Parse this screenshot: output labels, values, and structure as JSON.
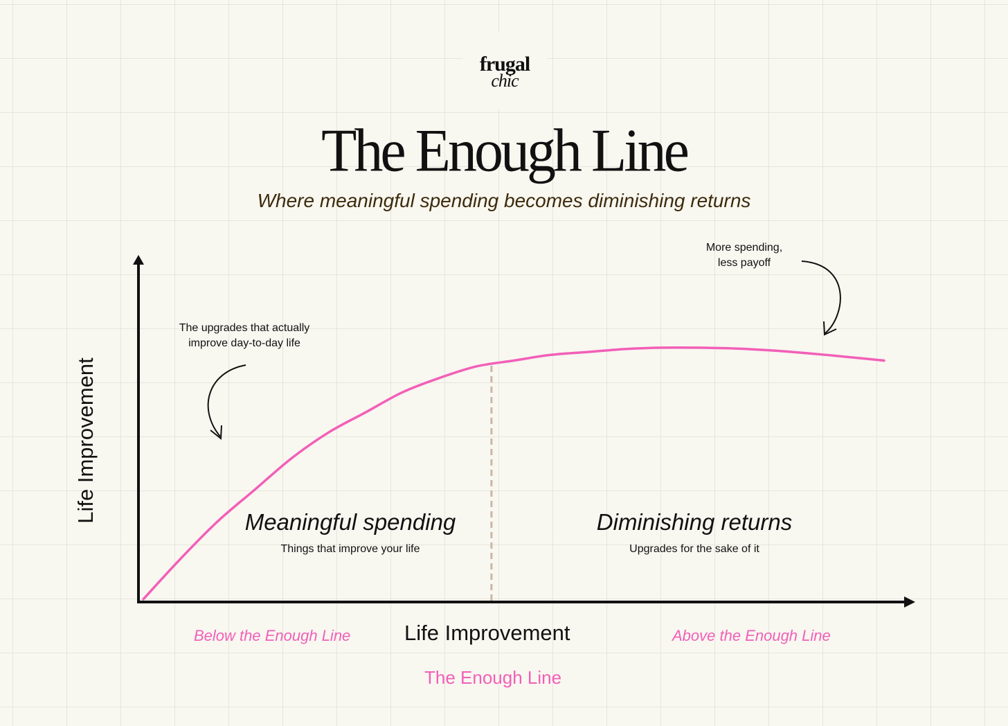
{
  "logo": {
    "line1": "frugal",
    "line2": "chic"
  },
  "title": "The Enough Line",
  "subtitle": "Where meaningful spending becomes diminishing returns",
  "chart_data": {
    "type": "line",
    "y_axis_label": "Life Improvement",
    "x_axis_label": "Life Improvement",
    "x_range": [
      0,
      100
    ],
    "y_range": [
      0,
      100
    ],
    "series": [
      {
        "color": "#f25fb8",
        "x": [
          0,
          5,
          10,
          15,
          20,
          25,
          30,
          35,
          40,
          45,
          50,
          55,
          60,
          65,
          70,
          75,
          80,
          85,
          90,
          95,
          100
        ],
        "y": [
          0,
          14,
          27,
          38,
          49,
          58,
          65,
          72,
          77,
          81,
          83,
          85,
          86,
          87,
          87.5,
          87.5,
          87.2,
          86.5,
          85.5,
          84.3,
          83
        ]
      }
    ],
    "enough_line_x": 47,
    "regions": [
      {
        "title": "Meaningful spending",
        "subtitle": "Things that improve your life",
        "side_label": "Below the Enough Line"
      },
      {
        "title": "Diminishing returns",
        "subtitle": "Upgrades for the sake of it",
        "side_label": "Above the Enough Line"
      }
    ],
    "annotations": [
      {
        "lines": [
          "The upgrades that actually",
          "improve day-to-day life"
        ]
      },
      {
        "lines": [
          "More spending,",
          "less payoff"
        ]
      }
    ],
    "enough_line_label": "The Enough Line"
  },
  "colors": {
    "background": "#f8f7f0",
    "curve": "#f25fb8",
    "enough_line": "#c9b7a4",
    "axis": "#111111",
    "subtitle": "#3d2a0c"
  }
}
